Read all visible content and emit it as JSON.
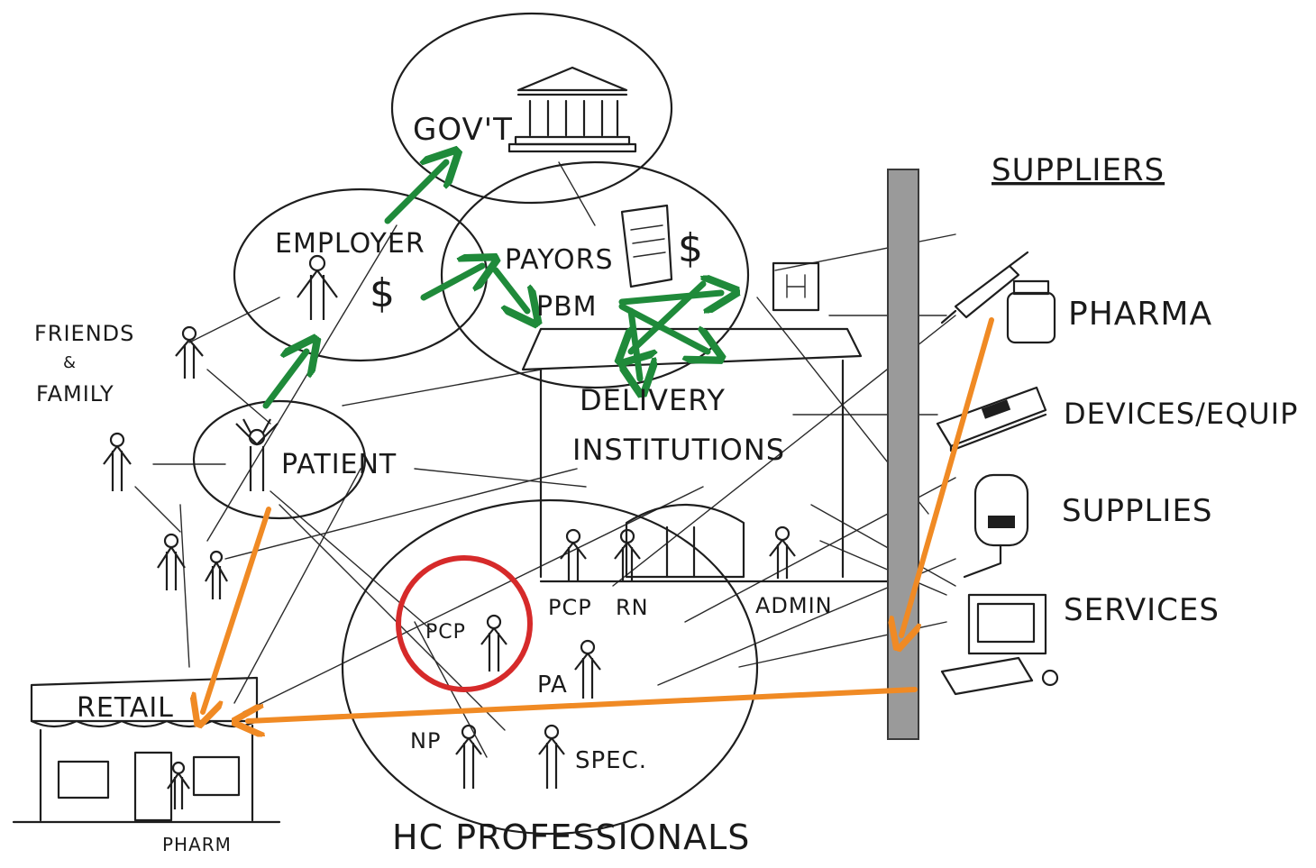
{
  "labels": {
    "govt": "GOV'T",
    "employer": "EMPLOYER",
    "payors": "PAYORS",
    "pbm": "PBM",
    "friends": "FRIENDS",
    "amp": "&",
    "family": "FAMILY",
    "patient": "PATIENT",
    "delivery": "DELIVERY",
    "institutions": "INSTITUTIONS",
    "suppliers": "SUPPLIERS",
    "pharma": "PHARMA",
    "devices": "DEVICES/EQUIP",
    "supplies": "SUPPLIES",
    "services": "SERVICES",
    "pcp_circle": "PCP",
    "pcp": "PCP",
    "rn": "RN",
    "admin": "ADMIN",
    "pa": "PA",
    "np": "NP",
    "spec": "SPEC.",
    "hc_professionals": "HC PROFESSIONALS",
    "retail": "RETAIL",
    "pharm": "PHARM",
    "dollar_employer": "$",
    "dollar_payors": "$"
  },
  "colors": {
    "ink": "#1e1e1e",
    "green_flow": "#1f8a3a",
    "orange_flow": "#f08a24",
    "highlight_circle": "#d62a2a",
    "wall": "#9a9a9a"
  }
}
